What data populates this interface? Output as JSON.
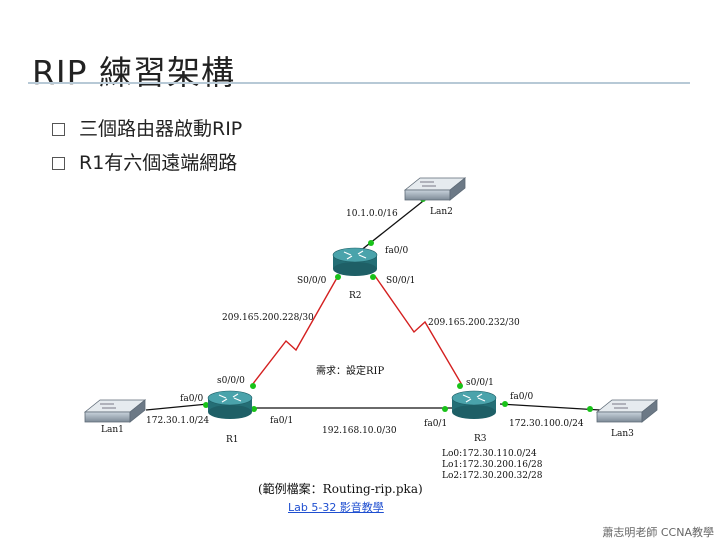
{
  "title": "RIP 練習架構",
  "bullets": [
    "三個路由器啟動RIP",
    "R1有六個遠端網路"
  ],
  "diagram": {
    "routers": {
      "r1": "R1",
      "r2": "R2",
      "r3": "R3"
    },
    "switches": {
      "lan1": "Lan1",
      "lan2": "Lan2",
      "lan3": "Lan3"
    },
    "networks": {
      "lan2_net": "10.1.0.0/16",
      "lan1_net": "172.30.1.0/24",
      "lan3_net": "172.30.100.0/24",
      "r1_r2_net": "209.165.200.228/30",
      "r2_r3_net": "209.165.200.232/30",
      "r1_r3_net": "192.168.10.0/30"
    },
    "interfaces": {
      "r2_fa0_0": "fa0/0",
      "r2_s0_0_0": "S0/0/0",
      "r2_s0_0_1": "S0/0/1",
      "r1_s0_0_0": "s0/0/0",
      "r1_fa0_0": "fa0/0",
      "r1_fa0_1": "fa0/1",
      "r3_s0_0_1": "s0/0/1",
      "r3_fa0_0": "fa0/0",
      "r3_fa0_1": "fa0/1"
    },
    "requirement": "需求：設定RIP",
    "loopbacks": [
      "Lo0:172.30.110.0/24",
      "Lo1:172.30.200.16/28",
      "Lo2:172.30.200.32/28"
    ]
  },
  "caption": "(範例檔案：Routing-rip.pka)",
  "link_text": "Lab 5-32 影音教學",
  "footer": "蕭志明老師 CCNA教學",
  "colors": {
    "serial_link": "#d42020",
    "ethernet_link": "#111111",
    "port_dot": "#19c219",
    "router_body": "#2f8f96"
  }
}
